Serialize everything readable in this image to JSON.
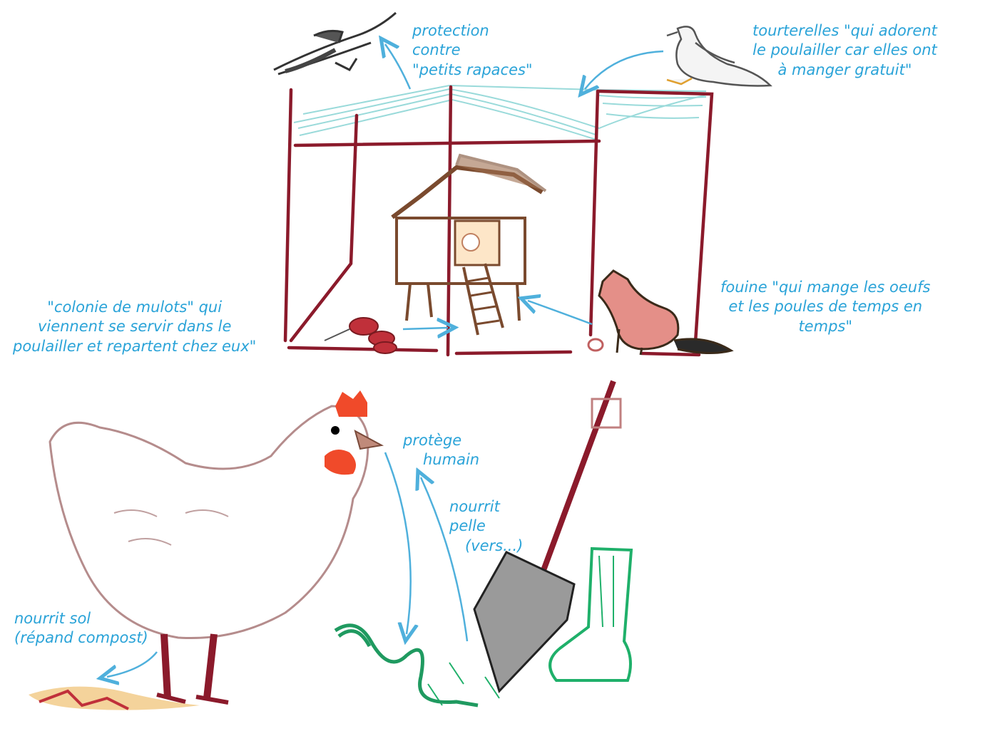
{
  "annotations": {
    "raptors": [
      "protection",
      "contre",
      "\"petits rapaces\""
    ],
    "doves": [
      "tourterelles \"qui adorent",
      "le poulailler car elles ont",
      "à manger gratuit\""
    ],
    "mice": [
      "\"colonie de mulots\" qui",
      "viennent se servir dans le",
      "poulailler et repartent chez eux\""
    ],
    "marten": [
      "fouine \"qui mange les oeufs",
      "et les poules de temps en",
      "temps\""
    ],
    "human": [
      "protège",
      "humain"
    ],
    "soil_tool": [
      "nourrit",
      "pelle",
      "(vers...)"
    ],
    "hen_soil": [
      "nourrit",
      "sol",
      "(répand compost)"
    ]
  },
  "colors": {
    "annotation_text": "#2aa3d8",
    "arrow": "#4fb0dc",
    "frame": "#8b1a2b",
    "net": "#8fd6d6",
    "coop_wood": "#7a4a2e",
    "hen_outline": "#b58c8c",
    "comb": "#f04a2a",
    "marten": "#e48f88",
    "snake": "#1f9a60",
    "boot": "#1fb06a",
    "shovel_blade": "#9a9a9a"
  }
}
